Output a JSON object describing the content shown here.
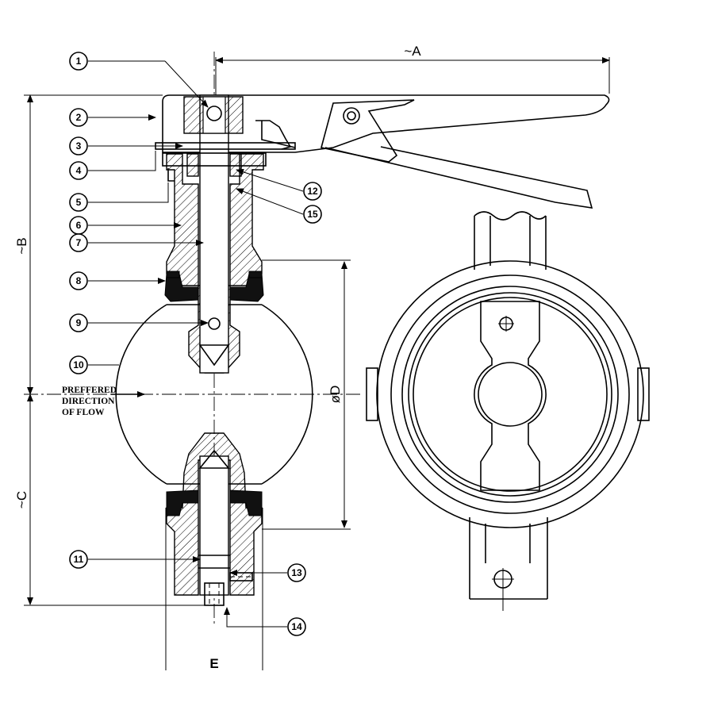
{
  "dimensions": {
    "a": "~A",
    "b": "~B",
    "c": "~C",
    "d": "øD",
    "e": "E"
  },
  "flow_label": [
    "PREFFERED",
    "DIRECTION",
    "OF  FLOW"
  ],
  "callouts": [
    "1",
    "2",
    "3",
    "4",
    "5",
    "6",
    "7",
    "8",
    "9",
    "10",
    "11",
    "12",
    "13",
    "14",
    "15"
  ]
}
